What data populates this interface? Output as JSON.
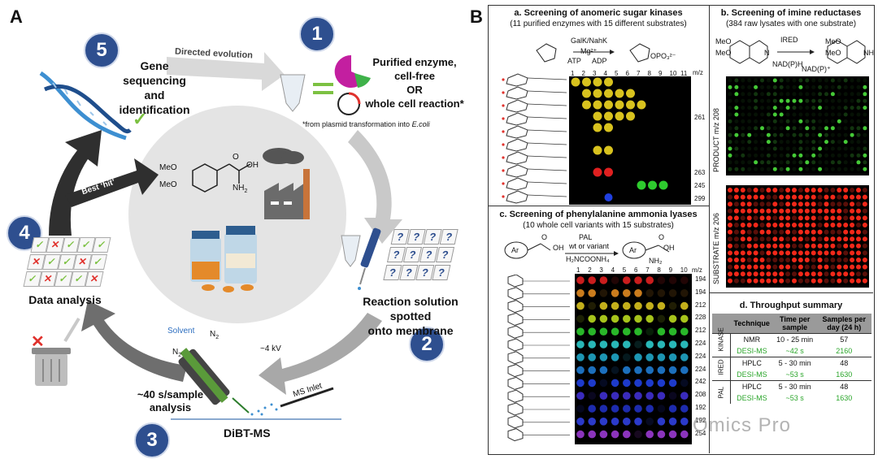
{
  "panel_a": {
    "letter": "A",
    "steps": {
      "s1": "1",
      "s2": "2",
      "s3": "3",
      "s4": "4",
      "s5": "5"
    },
    "directed_evolution": "Directed evolution",
    "gene_sequencing": "Gene sequencing and identification",
    "purified_enzyme_line1": "Purified enzyme,",
    "purified_enzyme_line2": "cell-free",
    "purified_enzyme_line3": "OR",
    "purified_enzyme_line4": "whole cell reaction*",
    "plasmid_note_prefix": "*from plasmid transformation into ",
    "plasmid_note_species": "E.coli",
    "best_hit": "Best ‘hit’",
    "meo1": "MeO",
    "meo2": "MeO",
    "oh": "OH",
    "o": "O",
    "nh2": "NH",
    "nh2_sub": "2",
    "data_analysis": "Data analysis",
    "reaction_line1": "Reaction solution spotted",
    "reaction_line2": "onto membrane",
    "solvent": "Solvent",
    "n2_left": "N",
    "n2_top": "N",
    "n2_sub": "2",
    "kv": "~4 kV",
    "ms_inlet": "MS Inlet",
    "speed_line1": "~40 s/sample",
    "speed_line2": "analysis",
    "dibt": "DiBT-MS",
    "question_mark": "?",
    "check": "✓",
    "cross": "✕"
  },
  "panel_b": {
    "letter": "B",
    "a_title": "a. Screening of anomeric sugar kinases",
    "a_sub": "(11 purified enzymes with 15 different substrates)",
    "a_enzyme": "GalK/NahK",
    "a_mg": "Mg²⁺",
    "a_atp": "ATP",
    "a_adp": "ADP",
    "a_opo3": "OPO₃²⁻",
    "a_cols": [
      "1",
      "2",
      "3",
      "4",
      "5",
      "6",
      "7",
      "8",
      "9",
      "10",
      "11"
    ],
    "a_mz_head": "m/z",
    "a_mz": [
      "261",
      "263",
      "245",
      "299"
    ],
    "b_title": "b. Screening of imine reductases",
    "b_sub": "(384 raw lysates with one substrate)",
    "b_ired": "IRED",
    "b_nadph": "NAD(P)H",
    "b_nadp": "NAD(P)⁺",
    "b_meo": "MeO",
    "b_nh": "NH",
    "b_n": "N",
    "b_product": "PRODUCT m/z 208",
    "b_substrate": "SUBSTRATE m/z 206",
    "c_title": "c. Screening of phenylalanine ammonia lyases",
    "c_sub": "(10 whole cell variants with 15 substrates)",
    "c_pal": "PAL",
    "c_wt": "wt or variant",
    "c_h2n": "H₂NCOONH₄",
    "c_ar": "Ar",
    "c_oh": "OH",
    "c_o": "O",
    "c_nh2": "NH₂",
    "c_cols": [
      "1",
      "2",
      "3",
      "4",
      "5",
      "6",
      "7",
      "8",
      "9",
      "10"
    ],
    "c_mz_head": "m/z",
    "c_mz": [
      "194",
      "194",
      "212",
      "228",
      "212",
      "224",
      "224",
      "224",
      "242",
      "208",
      "192",
      "192",
      "254"
    ],
    "d_title": "d. Throughput summary",
    "d_headers": [
      "Technique",
      "Time per sample",
      "Samples per day (24 h)"
    ],
    "d_groups": [
      {
        "name": "KINASE",
        "rows": [
          {
            "tech": "NMR",
            "time": "10 - 25 min",
            "samples": "57",
            "green": false
          },
          {
            "tech": "DESI-MS",
            "time": "~42 s",
            "samples": "2160",
            "green": true
          }
        ]
      },
      {
        "name": "IRED",
        "rows": [
          {
            "tech": "HPLC",
            "time": "5 - 30 min",
            "samples": "48",
            "green": false
          },
          {
            "tech": "DESI-MS",
            "time": "~53 s",
            "samples": "1630",
            "green": true
          }
        ]
      },
      {
        "name": "PAL",
        "rows": [
          {
            "tech": "HPLC",
            "time": "5 - 30 min",
            "samples": "48",
            "green": false
          },
          {
            "tech": "DESI-MS",
            "time": "~53 s",
            "samples": "1630",
            "green": true
          }
        ]
      }
    ],
    "watermark": "Omics Pro"
  },
  "colors": {
    "step_blue": "#2e4f8f",
    "arrow_gray": "#8c8c8c",
    "arrow_dark": "#3a3a3a",
    "dna": "#3d8fd1",
    "green_check": "#7cc142",
    "red_cross": "#e0322d",
    "desi_green": "#2aa52a"
  }
}
